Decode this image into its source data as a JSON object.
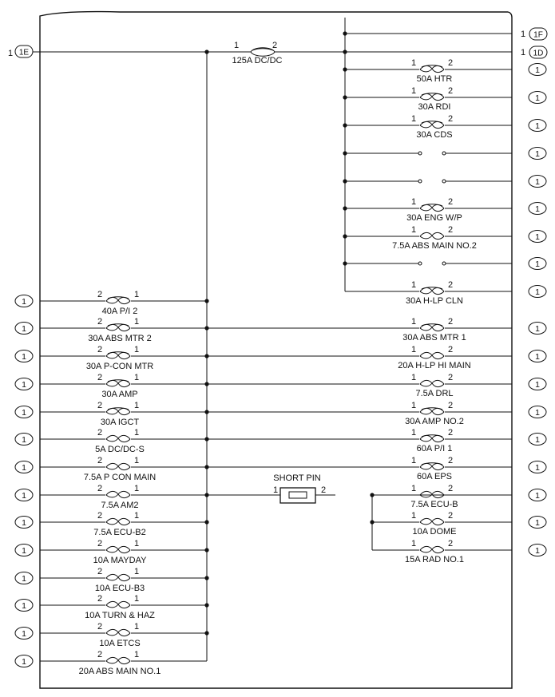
{
  "main_feed": {
    "pin_label": "1",
    "connector": "1E",
    "fuse": {
      "name": "125A DC/DC",
      "pin_left": "1",
      "pin_right": "2"
    }
  },
  "top_right_outputs": [
    {
      "pin": "1",
      "connector": "1F"
    },
    {
      "pin": "1",
      "connector": "1D"
    }
  ],
  "right_bus_circuits": [
    {
      "label": "50A HTR",
      "type": "fuse",
      "pin_left": "1",
      "pin_right": "2",
      "connector": "1"
    },
    {
      "label": "30A RDI",
      "type": "fuse",
      "pin_left": "1",
      "pin_right": "2",
      "connector": "1"
    },
    {
      "label": "30A CDS",
      "type": "fuse",
      "pin_left": "1",
      "pin_right": "2",
      "connector": "1"
    },
    {
      "label": "",
      "type": "open",
      "pin_left": "",
      "pin_right": "",
      "connector": "1"
    },
    {
      "label": "",
      "type": "open",
      "pin_left": "",
      "pin_right": "",
      "connector": "1"
    },
    {
      "label": "30A ENG W/P",
      "type": "fuse",
      "pin_left": "1",
      "pin_right": "2",
      "connector": "1"
    },
    {
      "label": "7.5A ABS MAIN NO.2",
      "type": "fuse",
      "pin_left": "1",
      "pin_right": "2",
      "connector": "1"
    },
    {
      "label": "",
      "type": "open",
      "pin_left": "",
      "pin_right": "",
      "connector": "1"
    },
    {
      "label": "30A H-LP CLN",
      "type": "fuse",
      "pin_left": "1",
      "pin_right": "2",
      "connector": "1"
    }
  ],
  "left_bus_circuits": [
    {
      "label": "40A P/I 2",
      "pin_left": "2",
      "pin_right": "1",
      "connector": "1"
    },
    {
      "label": "30A ABS MTR 2",
      "pin_left": "2",
      "pin_right": "1",
      "connector": "1"
    },
    {
      "label": "30A P-CON MTR",
      "pin_left": "2",
      "pin_right": "1",
      "connector": "1"
    },
    {
      "label": "30A AMP",
      "pin_left": "2",
      "pin_right": "1",
      "connector": "1"
    },
    {
      "label": "30A IGCT",
      "pin_left": "2",
      "pin_right": "1",
      "connector": "1"
    },
    {
      "label": "5A DC/DC-S",
      "pin_left": "2",
      "pin_right": "1",
      "connector": "1"
    },
    {
      "label": "7.5A P CON MAIN",
      "pin_left": "2",
      "pin_right": "1",
      "connector": "1"
    },
    {
      "label": "7.5A AM2",
      "pin_left": "2",
      "pin_right": "1",
      "connector": "1"
    },
    {
      "label": "7.5A ECU-B2",
      "pin_left": "2",
      "pin_right": "1",
      "connector": "1"
    },
    {
      "label": "10A MAYDAY",
      "pin_left": "2",
      "pin_right": "1",
      "connector": "1"
    },
    {
      "label": "10A ECU-B3",
      "pin_left": "2",
      "pin_right": "1",
      "connector": "1"
    },
    {
      "label": "10A TURN & HAZ",
      "pin_left": "2",
      "pin_right": "1",
      "connector": "1"
    },
    {
      "label": "10A ETCS",
      "pin_left": "2",
      "pin_right": "1",
      "connector": "1"
    },
    {
      "label": "20A ABS MAIN NO.1",
      "pin_left": "2",
      "pin_right": "1",
      "connector": "1"
    }
  ],
  "right_long_circuits": [
    {
      "label": "30A ABS MTR 1",
      "pin_left": "1",
      "pin_right": "2",
      "connector": "1"
    },
    {
      "label": "20A H-LP HI MAIN",
      "pin_left": "1",
      "pin_right": "2",
      "connector": "1"
    },
    {
      "label": "7.5A DRL",
      "pin_left": "1",
      "pin_right": "2",
      "connector": "1"
    },
    {
      "label": "30A AMP NO.2",
      "pin_left": "1",
      "pin_right": "2",
      "connector": "1"
    },
    {
      "label": "60A P/I 1",
      "pin_left": "1",
      "pin_right": "2",
      "connector": "1"
    },
    {
      "label": "60A EPS",
      "pin_left": "1",
      "pin_right": "2",
      "connector": "1"
    }
  ],
  "short_pin": {
    "label": "SHORT PIN",
    "pin_left": "1",
    "pin_right": "2"
  },
  "short_pin_circuits": [
    {
      "label": "7.5A ECU-B",
      "pin_left": "1",
      "pin_right": "2",
      "connector": "1"
    },
    {
      "label": "10A DOME",
      "pin_left": "1",
      "pin_right": "2",
      "connector": "1"
    },
    {
      "label": "15A RAD NO.1",
      "pin_left": "1",
      "pin_right": "2",
      "connector": "1"
    }
  ]
}
